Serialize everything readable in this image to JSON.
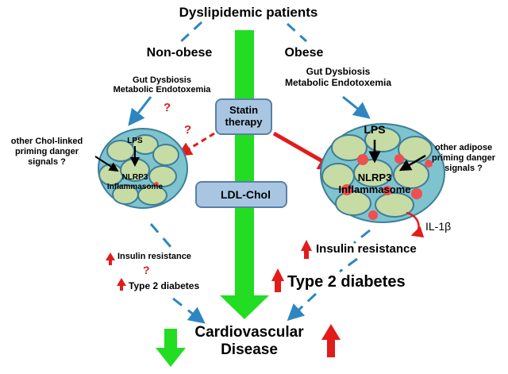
{
  "title": "Dyslipidemic patients",
  "left": {
    "heading": "Non-obese",
    "gut_line1": "Gut Dysbiosis",
    "gut_line2": "Metabolic Endotoxemia",
    "gut_question": "?",
    "priming_line1": "other Chol-linked",
    "priming_line2": "priming danger",
    "priming_line3": "signals ?",
    "cell_lps": "LPS",
    "cell_nlrp3": "NLRP3",
    "cell_inflammasome": "Inflammasome",
    "statin_question": "?",
    "insulin_resistance": "Insulin resistance",
    "mid_question": "?",
    "type2_diabetes": "Type 2 diabetes"
  },
  "right": {
    "heading": "Obese",
    "gut_line1": "Gut Dysbiosis",
    "gut_line2": "Metabolic Endotoxemia",
    "cell_lps": "LPS",
    "cell_nlrp3": "NLRP3",
    "cell_inflammasome": "Inflammasome",
    "priming_line1": "other adipose",
    "priming_line2": "priming danger",
    "priming_line3": "signals ?",
    "il1b": "IL-1β",
    "insulin_resistance": "Insulin resistance",
    "type2_diabetes": "Type 2 diabetes"
  },
  "center": {
    "statin_line1": "Statin",
    "statin_line2": "therapy",
    "ldl_label": "LDL-Chol"
  },
  "bottom": {
    "cvd_line1": "Cardiovascular",
    "cvd_line2": "Disease"
  },
  "colors": {
    "green_arrow": "#22dd22",
    "red_arrow": "#e21b1b",
    "blue_arrow": "#2e86c1",
    "box_fill": "#a8c6e2",
    "box_border": "#5b7fa6"
  }
}
